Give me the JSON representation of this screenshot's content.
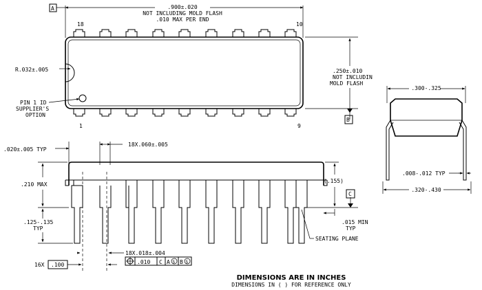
{
  "top_view": {
    "datum_a": "A",
    "datum_b": "B",
    "length_dim": ".900±.020",
    "length_note_1": "NOT INCLUDING MOLD FLASH",
    "length_note_2": ".010 MAX PER END",
    "pin_18": "18",
    "pin_10": "10",
    "pin_1": "1",
    "pin_9": "9",
    "radius_dim": "R.032±.005",
    "width_dim": ".250±.010",
    "width_note_1": "NOT INCLUDIN",
    "width_note_2": "MOLD FLASH",
    "pin1_id_1": "PIN 1 ID",
    "pin1_id_2": "SUPPLIER'S",
    "pin1_id_3": "OPTION"
  },
  "side_view": {
    "lead_thickness": ".020±.005 TYP",
    "lead_width": "18X.060±.005",
    "height_max": ".210 MAX",
    "ref_height": "(.155)",
    "datum_c": "C",
    "standoff_1": ".015 MIN",
    "standoff_2": "TYP",
    "lead_len_1": ".125-.135",
    "lead_len_2": "TYP",
    "seating_plane": "SEATING PLANE",
    "lead_dia": "18X.018±.004",
    "pitch_count": "16X",
    "pitch_value": ".100",
    "tol_value": ".010",
    "tol_c": "C",
    "tol_a": "A",
    "tol_b": "B",
    "tol_mod": "S"
  },
  "end_view": {
    "body_width": ".300-.325",
    "lead_thick": ".008-.012 TYP",
    "span_width": ".320-.430"
  },
  "notes": {
    "main": "DIMENSIONS ARE IN INCHES",
    "sub": "DIMENSIONS IN ( ) FOR REFERENCE ONLY"
  }
}
